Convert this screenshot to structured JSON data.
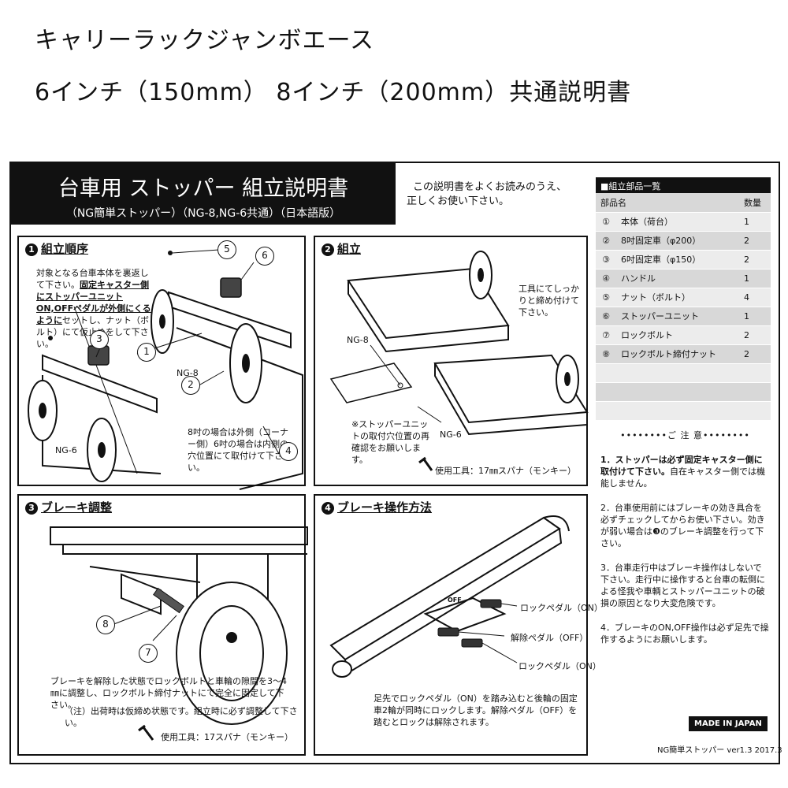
{
  "header": {
    "title": "キャリーラックジャンボエース",
    "subtitle": "6インチ（150mm）  8インチ（200mm）共通説明書"
  },
  "banner": {
    "title": "台車用 ストッパー 組立説明書",
    "subtitle": "（NG簡単ストッパー）（NG-8,NG-6共通）（日本語版）"
  },
  "intro": {
    "line1": "この説明書をよくお読みのうえ、",
    "line2": "正しくお使い下さい。"
  },
  "panel1": {
    "number": "1",
    "title": "組立順序",
    "note_a": "対象となる台車本体を裏返して下さい。",
    "note_b": "固定キャスター側にストッパーユニットON,OFFペダルが外側にくるように",
    "note_c": "セットし、ナット（ボルト）にて仮止めをして下さい。",
    "note2": "8吋の場合は外側（コーナー側）6吋の場合は内側の穴位置にて取付けて下さい。",
    "label_ng8": "NG-8",
    "label_ng6": "NG-6",
    "callouts": [
      "5",
      "6",
      "3",
      "1",
      "2",
      "4"
    ]
  },
  "panel2": {
    "number": "2",
    "title": "組立",
    "note1": "工具にてしっかりと締め付けて下さい。",
    "note2": "※ストッパーユニットの取付穴位置の再確認をお願いします。",
    "label_ng8": "NG-8",
    "label_ng6": "NG-6",
    "tool": "使用工具：17㎜スパナ（モンキー）"
  },
  "panel3": {
    "number": "3",
    "title": "ブレーキ調整",
    "note1": "ブレーキを解除した状態でロックボルトと車輪の隙間を3～4㎜に調整し、ロックボルト締付ナットにて完全に固定して下さい。",
    "note2": "（注）出荷時は仮締め状態です。組立時に必ず調整して下さい。",
    "tool": "使用工具：17スパナ（モンキー）",
    "callouts": [
      "8",
      "7"
    ]
  },
  "panel4": {
    "number": "4",
    "title": "ブレーキ操作方法",
    "label_lock1": "ロックペダル（ON）",
    "label_release": "解除ペダル（OFF）",
    "label_lock2": "ロックペダル（ON）",
    "pedal_off": "OFF",
    "note": "足先でロックペダル（ON）を踏み込むと後輪の固定車2輪が同時にロックします。解除ペダル（OFF）を踏むとロックは解除されます。"
  },
  "parts": {
    "heading": "■組立部品一覧",
    "col_name": "部品名",
    "col_qty": "数量",
    "rows": [
      {
        "no": "①",
        "name": "本体（荷台）",
        "qty": "1"
      },
      {
        "no": "②",
        "name": "8吋固定車（φ200）",
        "qty": "2"
      },
      {
        "no": "③",
        "name": "6吋固定車（φ150）",
        "qty": "2"
      },
      {
        "no": "④",
        "name": "ハンドル",
        "qty": "1"
      },
      {
        "no": "⑤",
        "name": "ナット（ボルト）",
        "qty": "4"
      },
      {
        "no": "⑥",
        "name": "ストッパーユニット",
        "qty": "1"
      },
      {
        "no": "⑦",
        "name": "ロックボルト",
        "qty": "2"
      },
      {
        "no": "⑧",
        "name": "ロックボルト締付ナット",
        "qty": "2"
      }
    ]
  },
  "cautions": {
    "heading": "••••••••ご 注 意••••••••",
    "c1_bold": "1．ストッパーは必ず固定キャスター側に取付けて下さい。",
    "c1_rest": "自在キャスター側では機能しません。",
    "c2": "2．台車使用前にはブレーキの効き具合を必ずチェックしてからお使い下さい。効きが弱い場合は❸のブレーキ調整を行って下さい。",
    "c3": "3．台車走行中はブレーキ操作はしないで下さい。走行中に操作すると台車の転倒による怪我や車輌とストッパーユニットの破損の原因となり大変危険です。",
    "c4": "4．ブレーキのON,OFF操作は必ず足先で操作するようにお願いします。"
  },
  "footer": {
    "made": "MADE IN JAPAN",
    "version": "NG簡単ストッパー ver1.3   2017.3"
  }
}
